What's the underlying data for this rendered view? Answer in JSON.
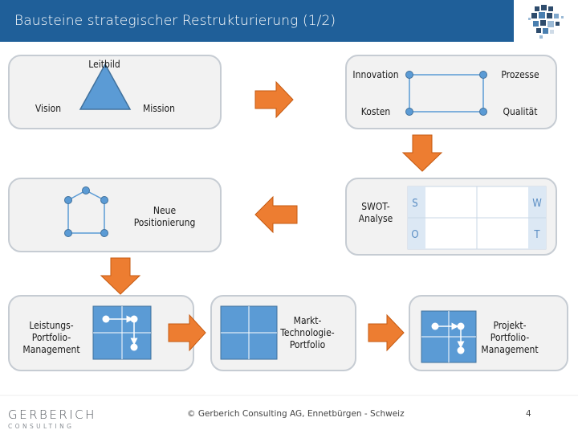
{
  "header": {
    "title": "Bausteine strategischer Restrukturierung (1/2)"
  },
  "panel1": {
    "leitbild": "Leitbild",
    "vision": "Vision",
    "mission": "Mission"
  },
  "panel2": {
    "innovation": "Innovation",
    "prozesse": "Prozesse",
    "kosten": "Kosten",
    "qualitaet": "Qualität"
  },
  "panel3": {
    "label_line1": "Neue",
    "label_line2": "Positionierung"
  },
  "panel4": {
    "label_line1": "SWOT-",
    "label_line2": "Analyse",
    "s": "S",
    "w": "W",
    "o": "O",
    "t": "T"
  },
  "panel5": {
    "line1": "Leistungs-",
    "line2": "Portfolio-",
    "line3": "Management"
  },
  "panel6": {
    "line1": "Markt-",
    "line2": "Technologie-",
    "line3": "Portfolio"
  },
  "panel7": {
    "line1": "Projekt-",
    "line2": "Portfolio-",
    "line3": "Management"
  },
  "footer": {
    "copyright": "© Gerberich Consulting AG,  Ennetbürgen - Schweiz",
    "page_number": "4",
    "logo_line1": "GERBERICH",
    "logo_line2": "CONSULTING"
  },
  "colors": {
    "header": "#1f5f99",
    "arrow": "#ed7d31",
    "node": "#5b9bd5",
    "triangle": "#5b9bd5"
  }
}
